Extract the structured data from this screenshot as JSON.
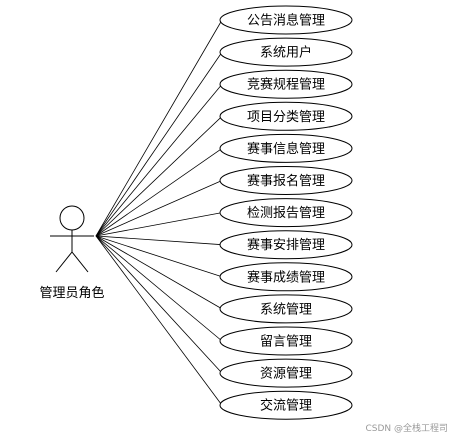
{
  "actor": {
    "label": "管理员角色"
  },
  "use_cases": [
    "公告消息管理",
    "系统用户",
    "竞赛规程管理",
    "项目分类管理",
    "赛事信息管理",
    "赛事报名管理",
    "检测报告管理",
    "赛事安排管理",
    "赛事成绩管理",
    "系统管理",
    "留言管理",
    "资源管理",
    "交流管理"
  ],
  "watermark": "CSDN @全栈工程司"
}
